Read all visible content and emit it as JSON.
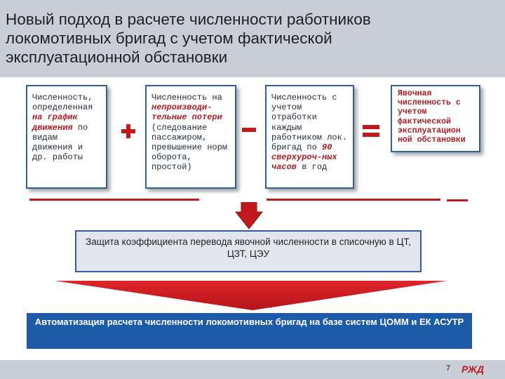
{
  "slide": {
    "title_lines": [
      "  Новый подход в расчете численности работников",
      "локомотивных бригад с учетом фактической",
      "эксплуатационной обстановки"
    ],
    "box1": {
      "text1": "Численность, определенная ",
      "em1": "на график движения",
      "text2": " по видам движения и др. работы"
    },
    "box2": {
      "text1": "Численность на ",
      "em1": "непроизводи-тельные потери",
      "text2": " (следование пассажиром, превышение норм оборота, простой)"
    },
    "box3": {
      "text1": "Численность с учетом отработки каждым работником лок. бригад по ",
      "em1": "90 сверхуроч-ных часов",
      "text2": " в год"
    },
    "box4": {
      "text": "Явочная численность с учетом фактической эксплуатацион ной обстановки"
    },
    "operators": {
      "plus": "plus-icon",
      "minus": "minus-icon",
      "equals": "equals-icon"
    },
    "protection_text": "Защита коэффициента перевода явочной численности в списочную в ЦТ, ЦЗТ, ЦЭУ",
    "automation_text": "Автоматизация расчета численности локомотивных бригад на базе систем ЦОММ и ЕК АСУТР",
    "page_number": "7",
    "logo_text": "РЖД",
    "colors": {
      "accent_red": "#c0181f",
      "box_border_blue": "#2f5f9e",
      "automation_bg": "#1d5aa8",
      "bar_gray": "#c9ced6"
    }
  }
}
